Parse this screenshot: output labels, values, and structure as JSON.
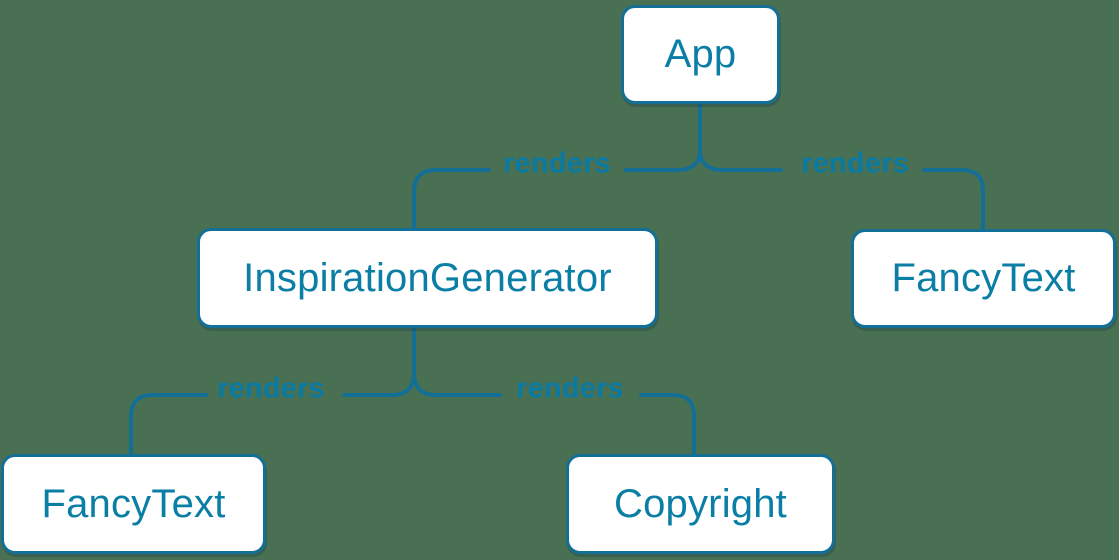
{
  "title": "React component render tree diagram",
  "colors": {
    "background": "#497052",
    "node_fill": "#ffffff",
    "node_border": "#136f96",
    "node_text": "#0b7ea6",
    "edge_line": "#136f96",
    "edge_label_text": "#0b7aa3"
  },
  "diagram": {
    "nodes": [
      {
        "id": "app",
        "label": "App"
      },
      {
        "id": "inspiration-generator",
        "label": "InspirationGenerator"
      },
      {
        "id": "fancy-text-top",
        "label": "FancyText"
      },
      {
        "id": "fancy-text-bottom",
        "label": "FancyText"
      },
      {
        "id": "copyright",
        "label": "Copyright"
      }
    ],
    "edges": [
      {
        "from": "App",
        "to": "InspirationGenerator",
        "label": "renders"
      },
      {
        "from": "App",
        "to": "FancyText",
        "label": "renders"
      },
      {
        "from": "InspirationGenerator",
        "to": "FancyText",
        "label": "renders"
      },
      {
        "from": "InspirationGenerator",
        "to": "Copyright",
        "label": "renders"
      }
    ],
    "edge_labels": [
      {
        "text": "renders"
      },
      {
        "text": "renders"
      },
      {
        "text": "renders"
      },
      {
        "text": "renders"
      }
    ]
  }
}
